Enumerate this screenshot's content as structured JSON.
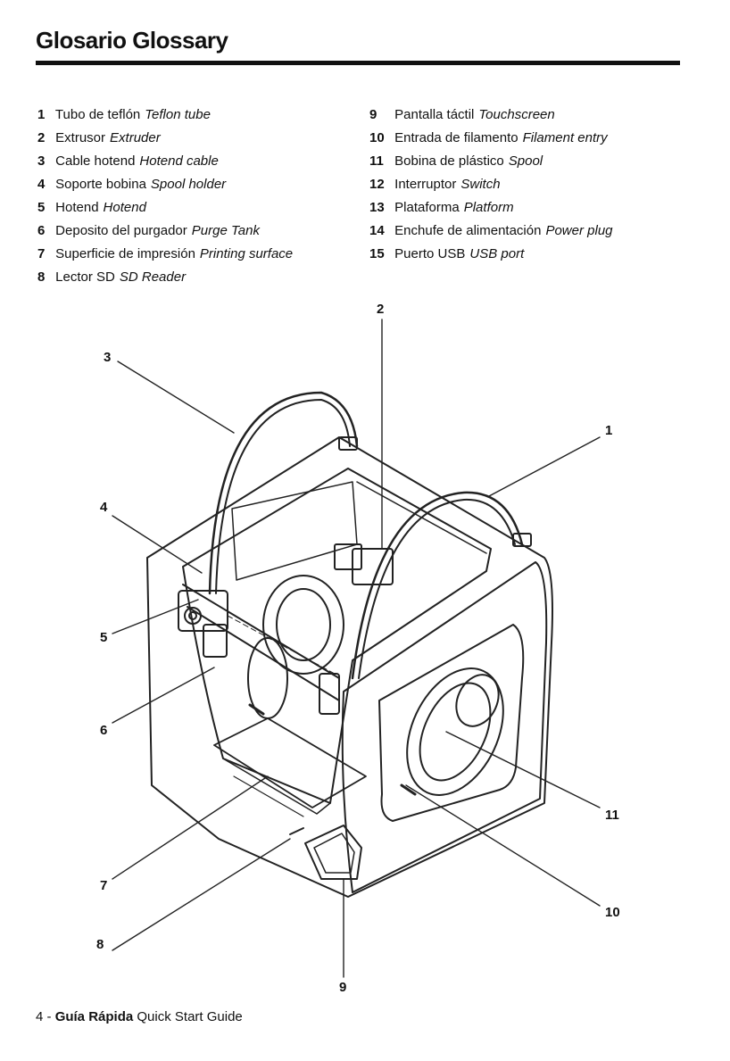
{
  "header": {
    "title": "Glosario Glossary"
  },
  "glossary": {
    "left": [
      {
        "num": "1",
        "es": "Tubo de teflón",
        "en": "Teflon tube"
      },
      {
        "num": "2",
        "es": "Extrusor",
        "en": "Extruder"
      },
      {
        "num": "3",
        "es": "Cable hotend",
        "en": "Hotend cable"
      },
      {
        "num": "4",
        "es": "Soporte bobina",
        "en": "Spool holder"
      },
      {
        "num": "5",
        "es": "Hotend",
        "en": "Hotend"
      },
      {
        "num": "6",
        "es": "Deposito del purgador",
        "en": "Purge Tank"
      },
      {
        "num": "7",
        "es": "Superficie de impresión",
        "en": "Printing surface"
      },
      {
        "num": "8",
        "es": "Lector SD",
        "en": "SD Reader"
      }
    ],
    "right": [
      {
        "num": "9",
        "es": "Pantalla táctil",
        "en": "Touchscreen"
      },
      {
        "num": "10",
        "es": "Entrada de filamento",
        "en": "Filament entry"
      },
      {
        "num": "11",
        "es": "Bobina de plástico",
        "en": "Spool"
      },
      {
        "num": "12",
        "es": "Interruptor",
        "en": "Switch"
      },
      {
        "num": "13",
        "es": "Plataforma",
        "en": "Platform"
      },
      {
        "num": "14",
        "es": "Enchufe de alimentación",
        "en": "Power plug"
      },
      {
        "num": "15",
        "es": "Puerto USB",
        "en": "USB port"
      }
    ]
  },
  "figure": {
    "callouts": [
      "1",
      "2",
      "3",
      "4",
      "5",
      "6",
      "7",
      "8",
      "9",
      "10",
      "11"
    ]
  },
  "footer": {
    "page": "4 - ",
    "es": "Guía Rápida",
    "en": "Quick Start Guide"
  }
}
